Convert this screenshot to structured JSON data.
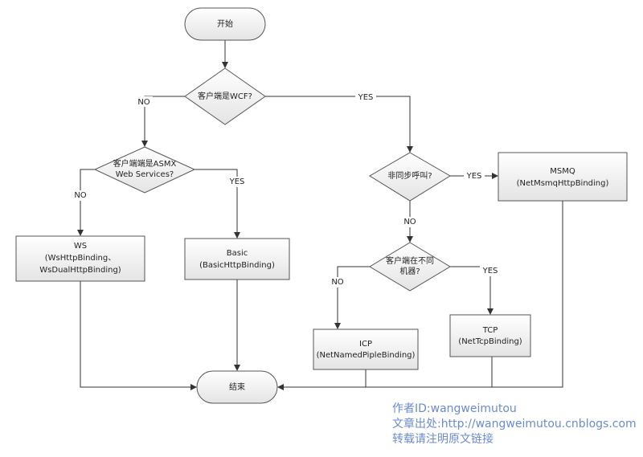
{
  "nodes": {
    "start": "开始",
    "end": "结束",
    "d1": "客户端是WCF?",
    "d2": [
      "客户端端是ASMX",
      "Web Services?"
    ],
    "d3": "非同步呼叫?",
    "d4": [
      "客户端在不同",
      "机器?"
    ],
    "ws": [
      "WS",
      "(WsHttpBinding、",
      "WsDualHttpBinding)"
    ],
    "basic": [
      "Basic",
      "(BasicHttpBinding)"
    ],
    "msmq": [
      "MSMQ",
      "(NetMsmqHttpBinding)"
    ],
    "icp": [
      "ICP",
      "(NetNamedPipleBinding)"
    ],
    "tcp": [
      "TCP",
      "(NetTcpBinding)"
    ]
  },
  "labels": {
    "yes": "YES",
    "no": "NO"
  },
  "watermark": [
    "作者ID:wangweimutou",
    "文章出处:http://wangweimutou.cnblogs.com",
    "转载请注明原文链接"
  ]
}
